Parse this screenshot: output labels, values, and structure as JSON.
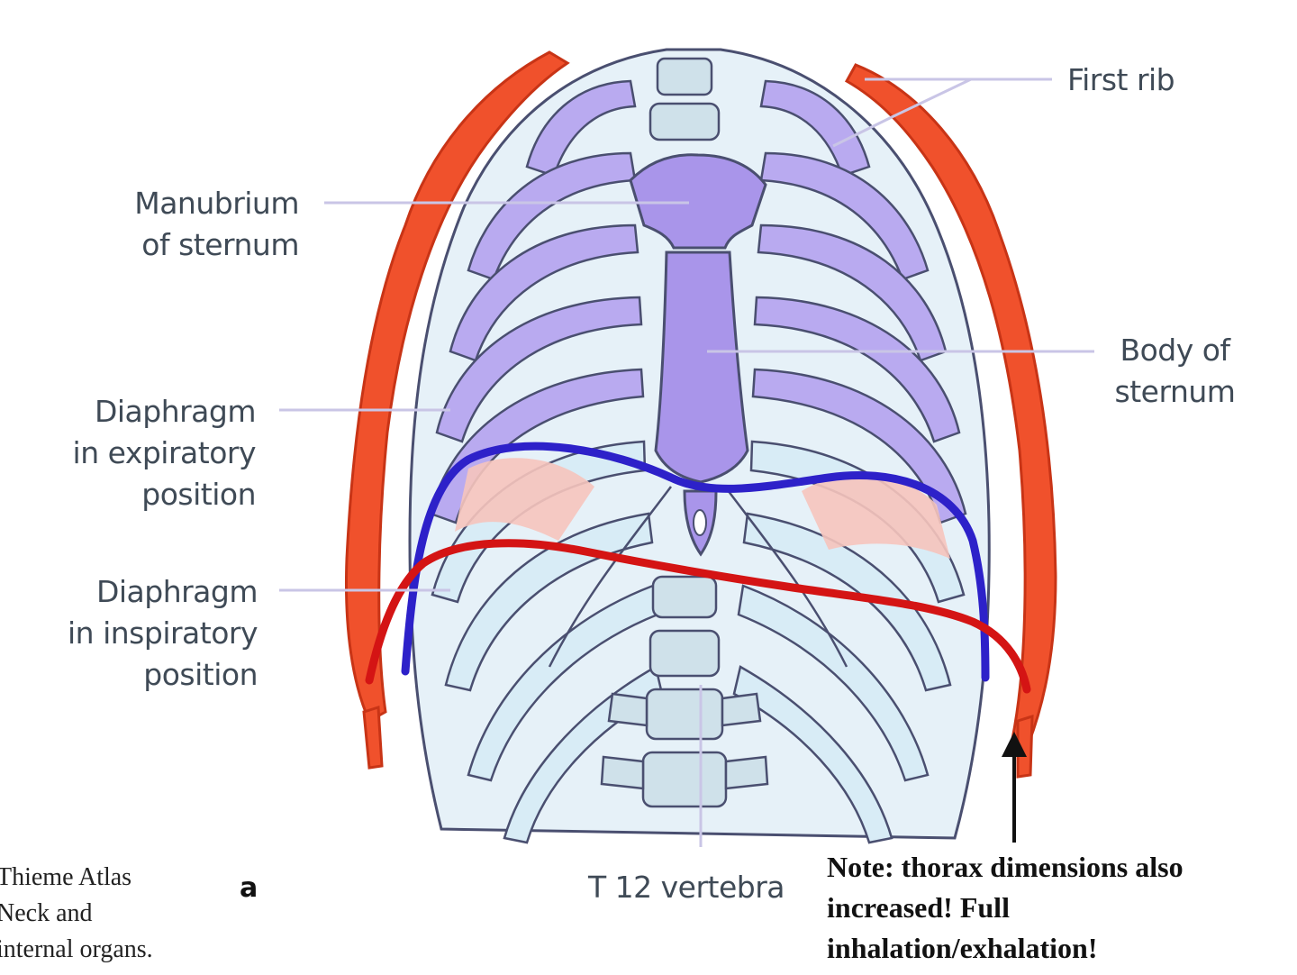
{
  "labels": {
    "first_rib": "First rib",
    "manubrium": [
      "Manubrium",
      "of sternum"
    ],
    "body_sternum": [
      "Body of",
      "sternum"
    ],
    "diaphragm_expiratory": [
      "Diaphragm",
      "in expiratory",
      "position"
    ],
    "diaphragm_inspiratory": [
      "Diaphragm",
      "in inspiratory",
      "position"
    ],
    "t12": "T 12 vertebra",
    "panel": "a"
  },
  "credit": [
    "Thieme Atlas",
    "Neck and",
    "internal organs."
  ],
  "note": [
    "Note: thorax dimensions also",
    "increased!  Full",
    "inhalation/exhalation!"
  ],
  "colors": {
    "expiratory_line": "#2d21c9",
    "inspiratory_line": "#d41414",
    "muscle": "#f0512c",
    "rib": "#b9aaf0",
    "cartilage": "#d8ecf6",
    "sternum": "#a995ea",
    "vertebra": "#cfe1ea",
    "outline": "#4a4f70",
    "leader": "#c9c5e6"
  }
}
